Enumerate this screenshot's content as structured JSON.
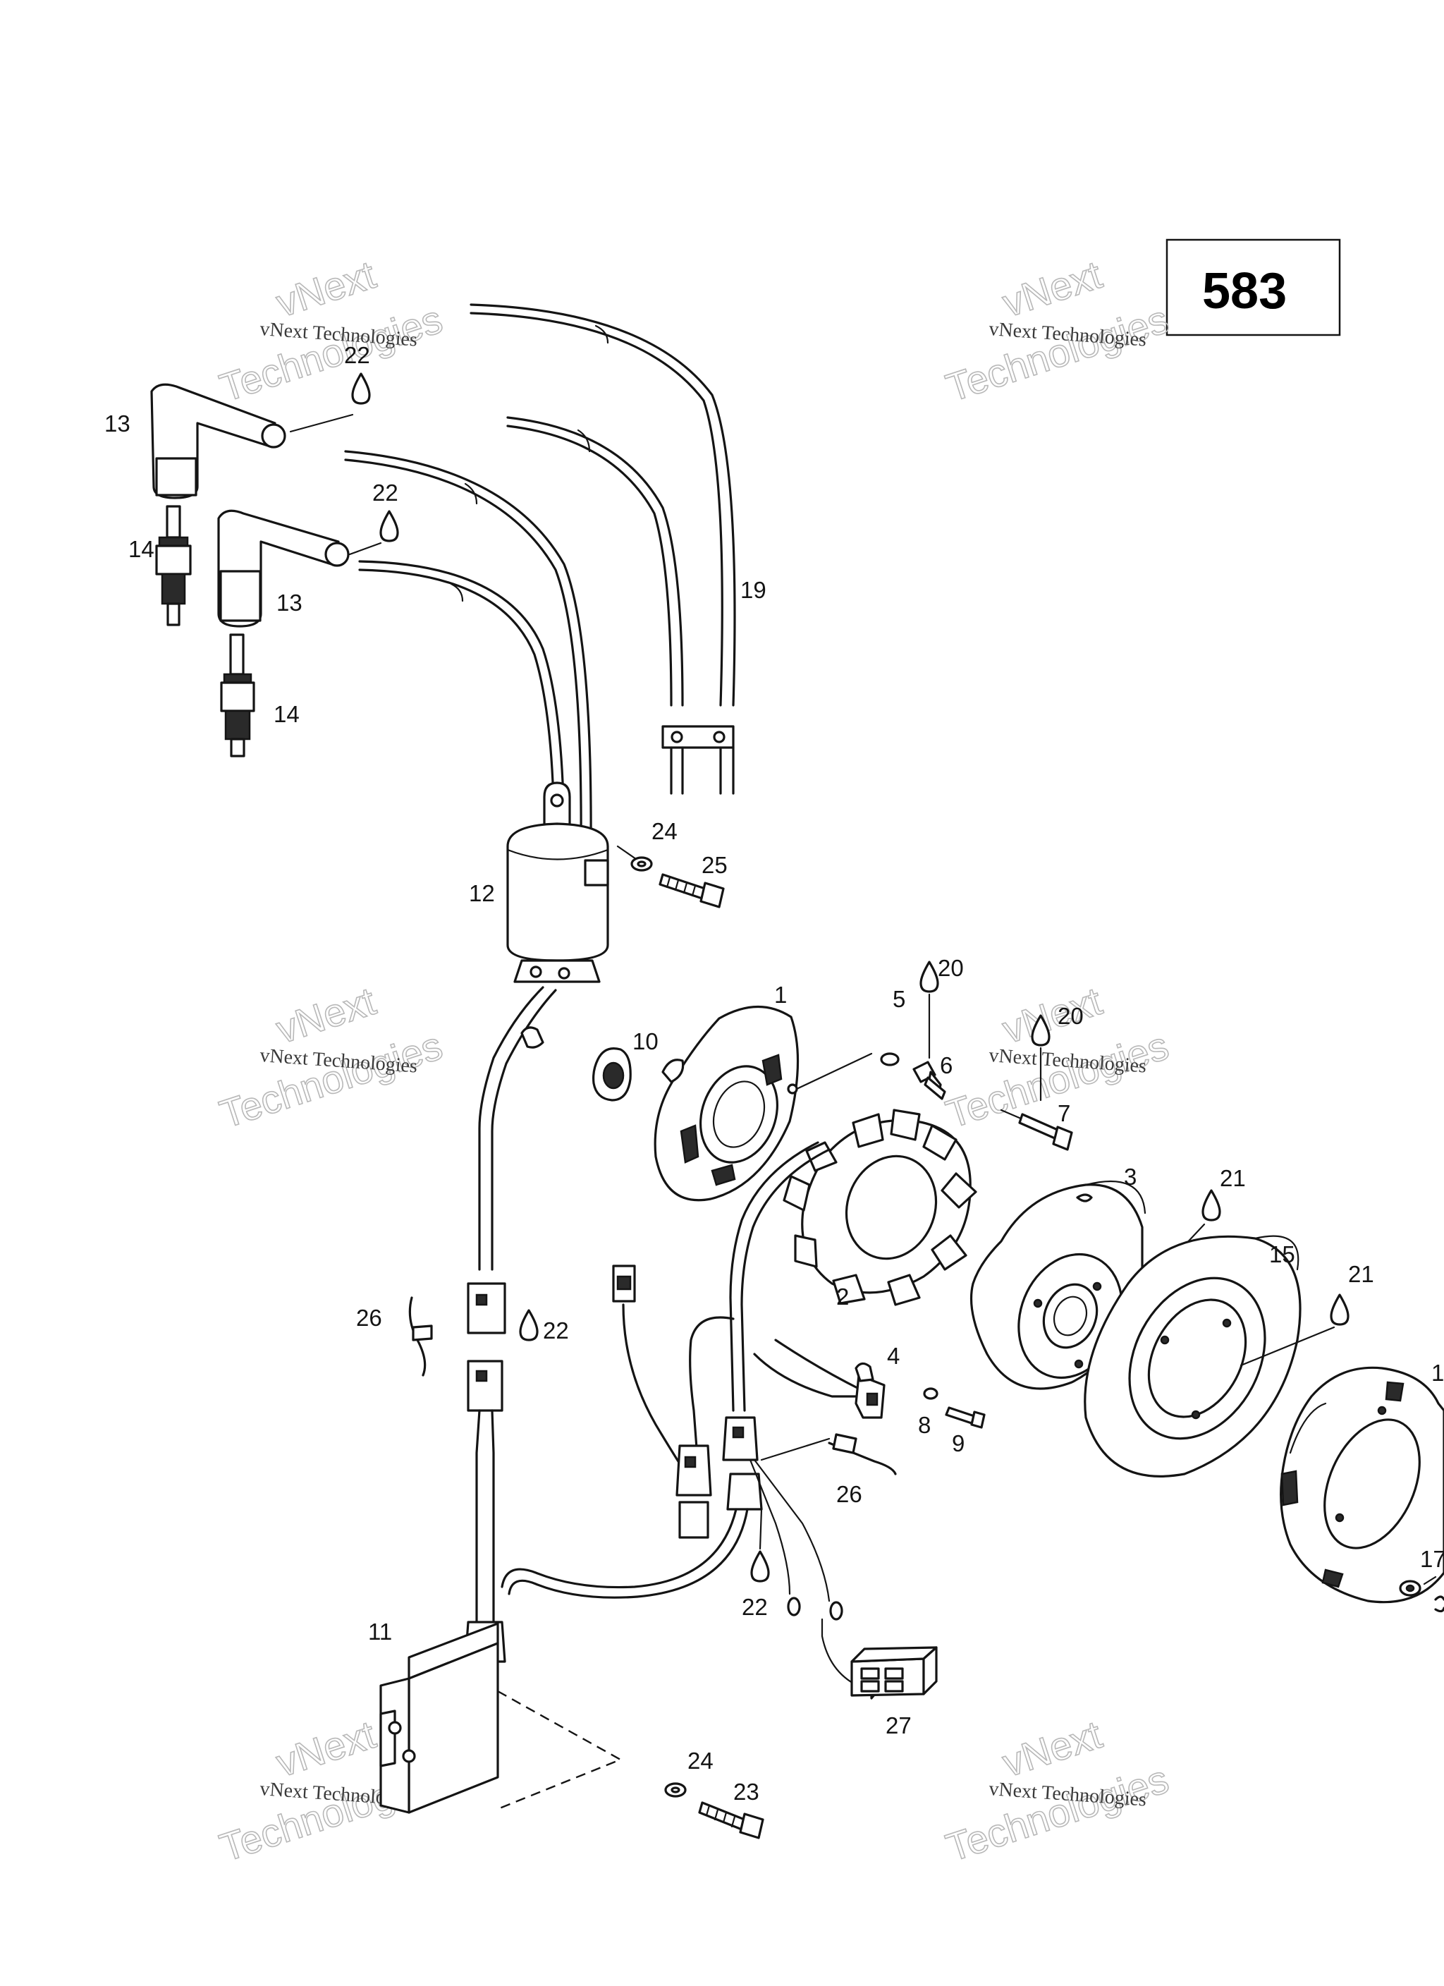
{
  "reference_number": "583",
  "watermark": {
    "line1": "vNext Technologies",
    "big_top": "vNext",
    "big_bottom": "Technologies"
  },
  "callouts": {
    "c1": "1",
    "c2": "2",
    "c3": "3",
    "c4": "4",
    "c5": "5",
    "c6": "6",
    "c7": "7",
    "c8": "8",
    "c9": "9",
    "c10": "10",
    "c11": "11",
    "c12": "12",
    "c13a": "13",
    "c13b": "13",
    "c14a": "14",
    "c14b": "14",
    "c15": "15",
    "c16": "1",
    "c17": "17",
    "c19": "19",
    "c20a": "20",
    "c20b": "20",
    "c21a": "21",
    "c21b": "21",
    "c22a": "22",
    "c22b": "22",
    "c22c": "22",
    "c22d": "22",
    "c23": "23",
    "c24a": "24",
    "c24b": "24",
    "c25": "25",
    "c26a": "26",
    "c26b": "26",
    "c27": "27"
  }
}
